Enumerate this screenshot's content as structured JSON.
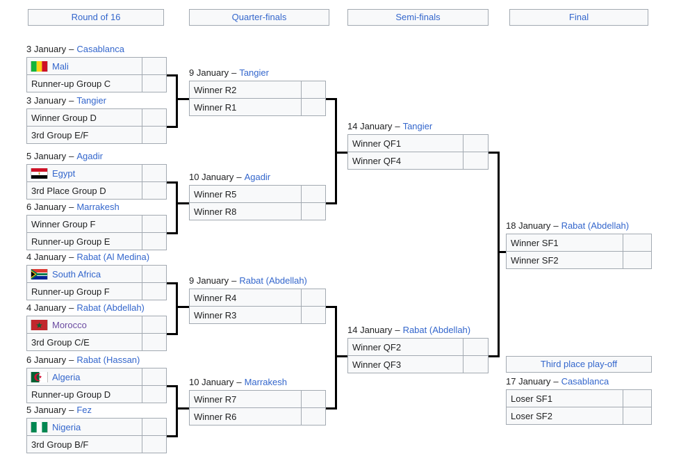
{
  "separator": "–",
  "headers": [
    "Round of 16",
    "Quarter-finals",
    "Semi-finals",
    "Final"
  ],
  "third_place_header": "Third place play-off",
  "colors": {
    "link": "#3366cc",
    "visited_link": "#6b4ba1",
    "box_bg": "#f8f9fa",
    "box_border": "#a2a9b1",
    "connector": "#000000"
  },
  "rounds": {
    "r16": [
      {
        "date": "3 January",
        "venue": "Casablanca",
        "team1": {
          "name": "Mali",
          "flag": "mali",
          "link": "blue",
          "score": ""
        },
        "team2": {
          "name": "Runner-up Group C",
          "score": ""
        }
      },
      {
        "date": "3 January",
        "venue": "Tangier",
        "team1": {
          "name": "Winner Group D",
          "score": ""
        },
        "team2": {
          "name": "3rd Group E/F",
          "score": ""
        }
      },
      {
        "date": "5 January",
        "venue": "Agadir",
        "team1": {
          "name": "Egypt",
          "flag": "egypt",
          "link": "blue",
          "score": ""
        },
        "team2": {
          "name": "3rd Place Group D",
          "score": ""
        }
      },
      {
        "date": "6 January",
        "venue": "Marrakesh",
        "team1": {
          "name": "Winner Group F",
          "score": ""
        },
        "team2": {
          "name": "Runner-up Group E",
          "score": ""
        }
      },
      {
        "date": "4 January",
        "venue": "Rabat (Al Medina)",
        "team1": {
          "name": "South Africa",
          "flag": "south-africa",
          "link": "blue",
          "score": ""
        },
        "team2": {
          "name": "Runner-up Group F",
          "score": ""
        }
      },
      {
        "date": "4 January",
        "venue": "Rabat (Abdellah)",
        "team1": {
          "name": "Morocco",
          "flag": "morocco",
          "link": "visited",
          "score": ""
        },
        "team2": {
          "name": "3rd Group C/E",
          "score": ""
        }
      },
      {
        "date": "6 January",
        "venue": "Rabat (Hassan)",
        "team1": {
          "name": "Algeria",
          "flag": "algeria",
          "link": "blue",
          "score": ""
        },
        "team2": {
          "name": "Runner-up Group D",
          "score": ""
        }
      },
      {
        "date": "5 January",
        "venue": "Fez",
        "team1": {
          "name": "Nigeria",
          "flag": "nigeria",
          "link": "blue",
          "score": ""
        },
        "team2": {
          "name": "3rd Group B/F",
          "score": ""
        }
      }
    ],
    "qf": [
      {
        "date": "9 January",
        "venue": "Tangier",
        "team1": {
          "name": "Winner R2",
          "score": ""
        },
        "team2": {
          "name": "Winner R1",
          "score": ""
        }
      },
      {
        "date": "10 January",
        "venue": "Agadir",
        "team1": {
          "name": "Winner R5",
          "score": ""
        },
        "team2": {
          "name": "Winner R8",
          "score": ""
        }
      },
      {
        "date": "9 January",
        "venue": "Rabat (Abdellah)",
        "team1": {
          "name": "Winner R4",
          "score": ""
        },
        "team2": {
          "name": "Winner R3",
          "score": ""
        }
      },
      {
        "date": "10 January",
        "venue": "Marrakesh",
        "team1": {
          "name": "Winner R7",
          "score": ""
        },
        "team2": {
          "name": "Winner R6",
          "score": ""
        }
      }
    ],
    "sf": [
      {
        "date": "14 January",
        "venue": "Tangier",
        "team1": {
          "name": "Winner QF1",
          "score": ""
        },
        "team2": {
          "name": "Winner QF4",
          "score": ""
        }
      },
      {
        "date": "14 January",
        "venue": "Rabat (Abdellah)",
        "team1": {
          "name": "Winner QF2",
          "score": ""
        },
        "team2": {
          "name": "Winner QF3",
          "score": ""
        }
      }
    ],
    "final": [
      {
        "date": "18 January",
        "venue": "Rabat (Abdellah)",
        "team1": {
          "name": "Winner SF1",
          "score": ""
        },
        "team2": {
          "name": "Winner SF2",
          "score": ""
        }
      }
    ],
    "third_place": [
      {
        "date": "17 January",
        "venue": "Casablanca",
        "team1": {
          "name": "Loser SF1",
          "score": ""
        },
        "team2": {
          "name": "Loser SF2",
          "score": ""
        }
      }
    ]
  }
}
